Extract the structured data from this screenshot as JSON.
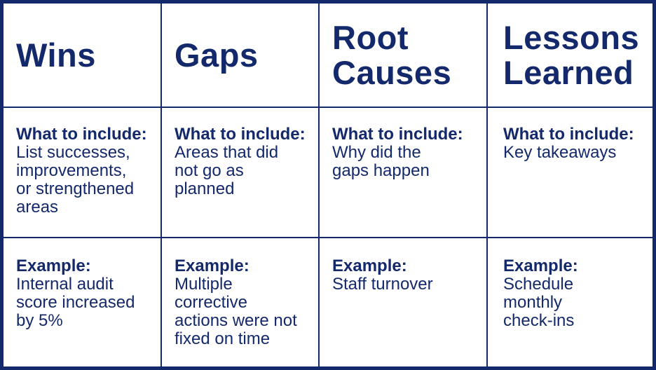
{
  "colors": {
    "navy": "#14296b",
    "background": "#ffffff"
  },
  "table": {
    "include_label": "What to include:",
    "example_label": "Example:",
    "columns": [
      {
        "id": "wins",
        "header": "Wins",
        "include_label": "What to include:",
        "include_text": "List successes,\nimprovements,\nor strengthened\nareas",
        "example_label": "Example:",
        "example_text": "Internal audit\nscore increased\nby 5%"
      },
      {
        "id": "gaps",
        "header": "Gaps",
        "include_label": "What to include:",
        "include_text": "Areas that did\nnot go as\nplanned",
        "example_label": "Example:",
        "example_text": "Multiple\ncorrective\nactions were not\nfixed on time"
      },
      {
        "id": "root-causes",
        "header": "Root\nCauses",
        "include_label": "What to include:",
        "include_text": "Why did the\ngaps happen",
        "example_label": "Example:",
        "example_text": "Staff turnover"
      },
      {
        "id": "lessons-learned",
        "header": "Lessons\nLearned",
        "include_label": "What to include:",
        "include_text": "Key takeaways",
        "example_label": "Example:",
        "example_text": "Schedule\nmonthly\ncheck-ins"
      }
    ]
  }
}
